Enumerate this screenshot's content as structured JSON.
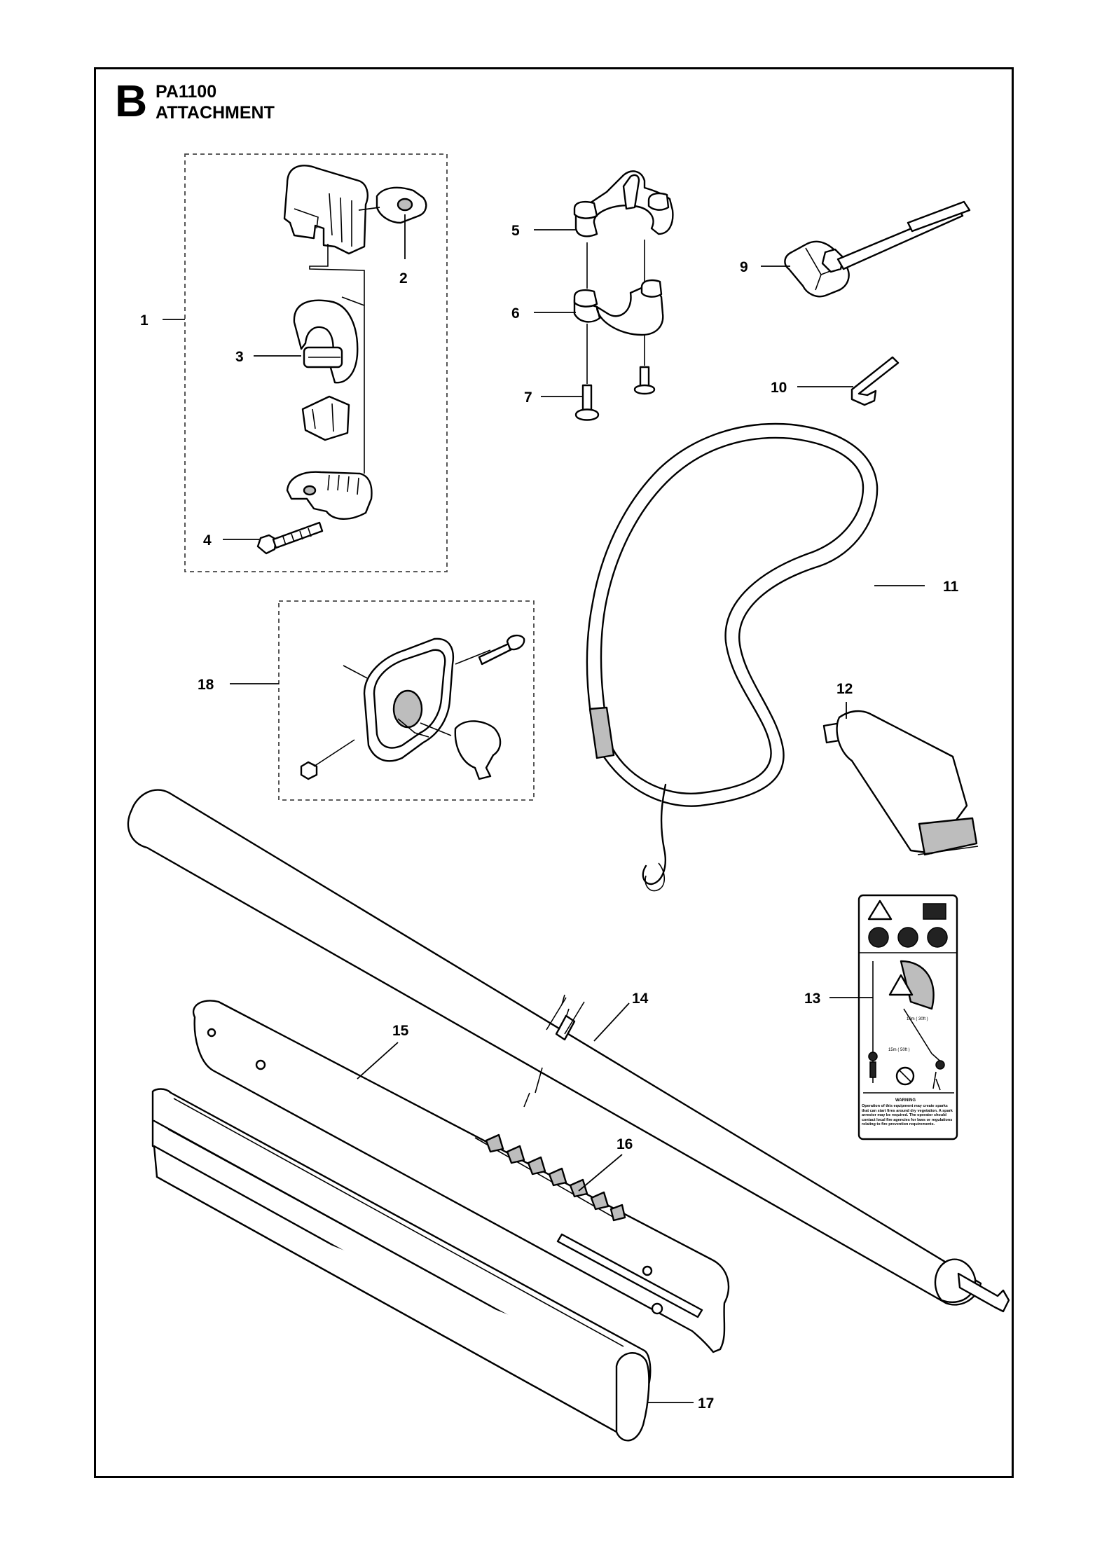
{
  "header": {
    "section_letter": "B",
    "model": "PA1100",
    "subtitle": "ATTACHMENT"
  },
  "callouts": [
    {
      "id": "1",
      "label": "1"
    },
    {
      "id": "2",
      "label": "2"
    },
    {
      "id": "3",
      "label": "3"
    },
    {
      "id": "4",
      "label": "4"
    },
    {
      "id": "5",
      "label": "5"
    },
    {
      "id": "6",
      "label": "6"
    },
    {
      "id": "7",
      "label": "7"
    },
    {
      "id": "9",
      "label": "9"
    },
    {
      "id": "10",
      "label": "10"
    },
    {
      "id": "11",
      "label": "11"
    },
    {
      "id": "12",
      "label": "12"
    },
    {
      "id": "13",
      "label": "13"
    },
    {
      "id": "14",
      "label": "14"
    },
    {
      "id": "15",
      "label": "15"
    },
    {
      "id": "16",
      "label": "16"
    },
    {
      "id": "17",
      "label": "17"
    },
    {
      "id": "18",
      "label": "18"
    }
  ],
  "warning_label": {
    "distance_1": "15m ( 50ft )",
    "distance_2": "10m ( 30ft )",
    "heading": "WARNING",
    "body": "Operation of this equipment may create sparks that can start fires around dry vegetation. A spark arrestor may be required. The operator should contact local fire agencies for laws or regulations relating to fire prevention requirements."
  }
}
